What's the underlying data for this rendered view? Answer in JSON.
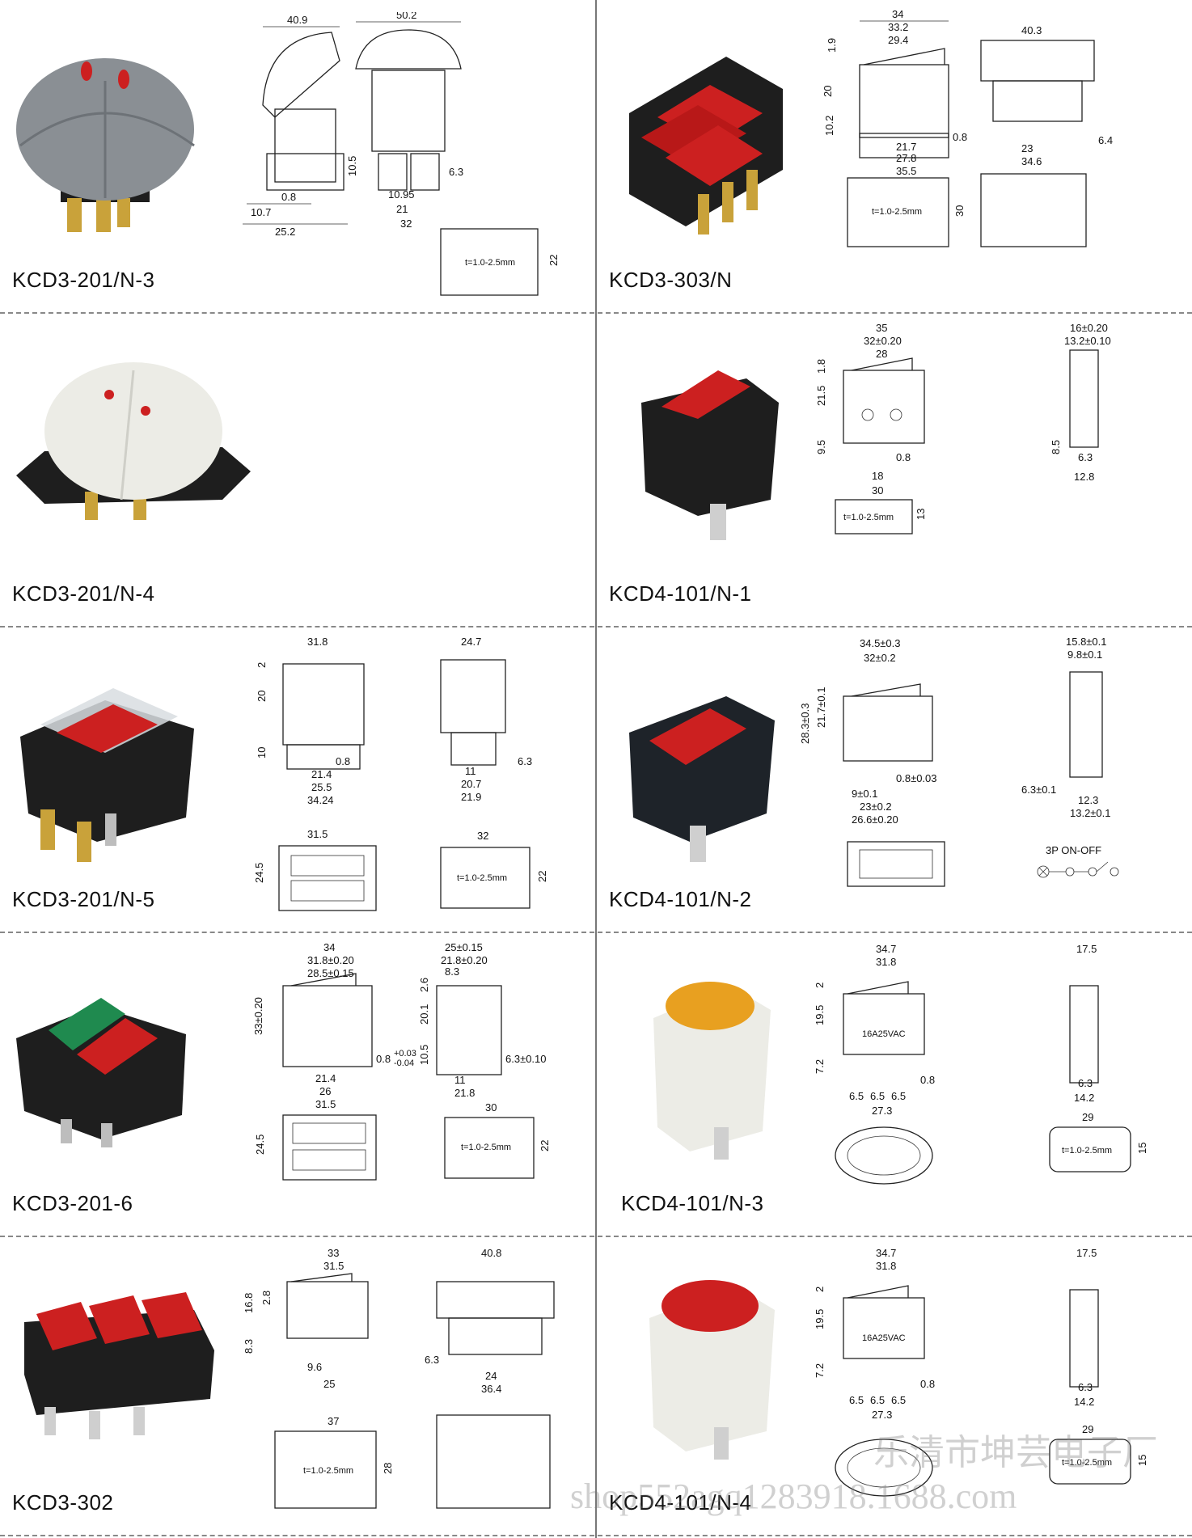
{
  "products": [
    {
      "model": "KCD3-201/N-3",
      "d": [
        "40.9",
        "50.2",
        "10.5",
        "0.8",
        "10.7",
        "25.2",
        "10.95",
        "21",
        "32",
        "6.3",
        "t=1.0-2.5mm",
        "22"
      ]
    },
    {
      "model": "KCD3-303/N",
      "d": [
        "34",
        "33.2",
        "29.4",
        "1.9",
        "20",
        "10.2",
        "0.8",
        "21.7",
        "27.8",
        "35.5",
        "40.3",
        "23",
        "34.6",
        "6.4",
        "t=1.0-2.5mm",
        "30"
      ]
    },
    {
      "model": "KCD3-201/N-4",
      "d": []
    },
    {
      "model": "KCD4-101/N-1",
      "d": [
        "35",
        "32±0.20",
        "28",
        "1.8",
        "21.5",
        "9.5",
        "0.8",
        "18",
        "30",
        "16±0.20",
        "13.2±0.10",
        "8.5",
        "6.3",
        "12.8",
        "t=1.0-2.5mm",
        "13"
      ]
    },
    {
      "model": "KCD3-201/N-5",
      "d": [
        "31.8",
        "2",
        "20",
        "10",
        "0.8",
        "21.4",
        "25.5",
        "34.24",
        "24.7",
        "11",
        "20.7",
        "21.9",
        "6.3",
        "31.5",
        "24.5",
        "32",
        "t=1.0-2.5mm",
        "22"
      ]
    },
    {
      "model": "KCD4-101/N-2",
      "d": [
        "34.5±0.3",
        "32±0.2",
        "28.3±0.3",
        "21.7±0.1",
        "0.8±0.03",
        "9±0.1",
        "23±0.2",
        "26.6±0.20",
        "15.8±0.1",
        "9.8±0.1",
        "6.3±0.1",
        "12.3",
        "13.2±0.1",
        "3P  ON-OFF"
      ]
    },
    {
      "model": "KCD3-201-6",
      "d": [
        "34",
        "31.8±0.20",
        "28.5±0.15",
        "33±0.20",
        "0.8",
        "+0.03",
        "-0.04",
        "21.4",
        "26",
        "31.5",
        "25±0.15",
        "21.8±0.20",
        "8.3",
        "2.6",
        "20.1",
        "10.5",
        "11",
        "21.8",
        "6.3±0.10",
        "24.5",
        "30",
        "t=1.0-2.5mm",
        "22"
      ]
    },
    {
      "model": "KCD4-101/N-3",
      "d": [
        "34.7",
        "31.8",
        "2",
        "19.5",
        "7.2",
        "16A25VAC",
        "0.8",
        "6.5",
        "6.5",
        "6.5",
        "27.3",
        "17.5",
        "6.3",
        "14.2",
        "29",
        "t=1.0-2.5mm",
        "15"
      ]
    },
    {
      "model": "KCD3-302",
      "d": [
        "33",
        "31.5",
        "16.8",
        "2.8",
        "8.3",
        "9.6",
        "25",
        "40.8",
        "6.3",
        "24",
        "36.4",
        "37",
        "t=1.0-2.5mm",
        "28"
      ]
    },
    {
      "model": "KCD4-101/N-4",
      "d": [
        "34.7",
        "31.8",
        "2",
        "19.5",
        "7.2",
        "16A25VAC",
        "0.8",
        "6.5",
        "6.5",
        "6.5",
        "27.3",
        "17.5",
        "6.3",
        "14.2",
        "29",
        "t=1.0-2.5mm",
        "15"
      ]
    }
  ],
  "watermark": {
    "line1": "乐清市坤芸电子厂",
    "line2": "shop552agq1283918.1688.com"
  },
  "colors": {
    "red": "#cc2020",
    "black_housing": "#1e1e1e",
    "grey_cover": "#8a8f94",
    "white_cover": "#ecece6",
    "green": "#1f8a4f",
    "orange": "#e8a020",
    "brass": "#c9a23a"
  }
}
